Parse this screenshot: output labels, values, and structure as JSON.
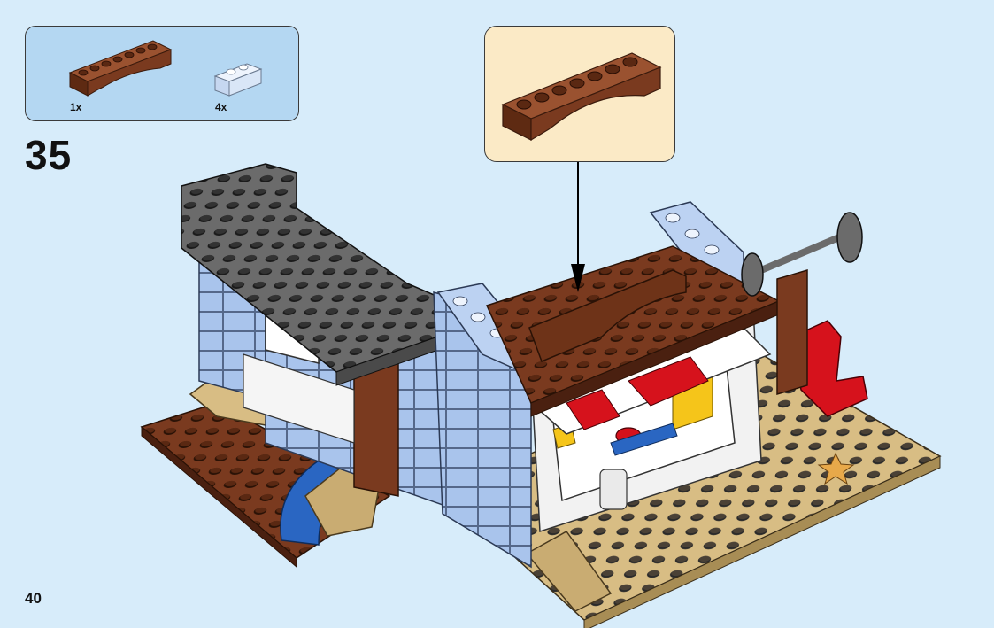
{
  "instruction": {
    "step_number": "35",
    "page_number": "40"
  },
  "parts_list": [
    {
      "quantity": "1x",
      "color": "#7a3a1f",
      "icon": "reddish-brown-arch-brick-icon"
    },
    {
      "quantity": "4x",
      "color": "#d9e6f7",
      "icon": "light-blue-1x2-brick-icon"
    }
  ],
  "callout": {
    "icon": "reddish-brown-arch-brick-icon"
  },
  "colors": {
    "background": "#d7ecfa",
    "parts_box": "#b4d7f2",
    "callout_box": "#fbeac6",
    "reddish_brown": "#7a3a1f",
    "tan": "#d8bd84",
    "dark_gray": "#6b6b6b",
    "light_blue": "#a9c4ec",
    "red": "#d6121c",
    "white": "#ffffff",
    "blue": "#2a66c2",
    "yellow": "#f5c51a"
  }
}
